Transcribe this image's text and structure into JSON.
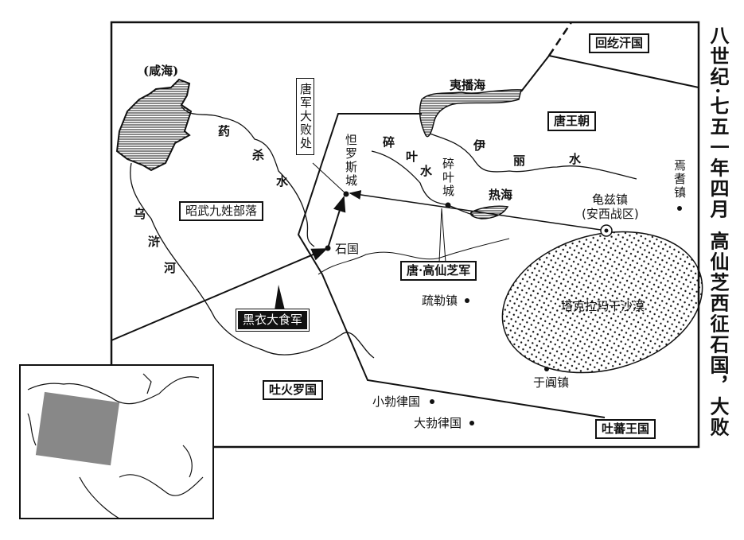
{
  "title": {
    "line1": "八世纪·七五一年四月",
    "line2": "高仙芝西征石国，大败"
  },
  "regions": {
    "uighur": "回纥汗国",
    "tang": "唐王朝",
    "zhaowu": "昭武九姓部落",
    "tokhara": "吐火罗国",
    "tibet": "吐蕃王国"
  },
  "water": {
    "xianhai": "(咸海)",
    "yaosha_1": "药",
    "yaosha_2": "杀",
    "yaosha_3": "水",
    "wuxu_1": "乌",
    "wuxu_2": "浒",
    "wuxu_3": "河",
    "yibo": "夷播海",
    "suiye_1": "碎",
    "suiye_2": "叶",
    "suiye_3": "水",
    "yili_1": "伊",
    "yili_2": "丽",
    "yili_3": "水",
    "rehai": "热海"
  },
  "places": {
    "talas": "怛罗斯城",
    "shiguo": "石国",
    "suiye": "碎叶城",
    "qiuci": "龟兹镇",
    "qiuci_sub": "(安西战区)",
    "yanqi": "焉耆镇",
    "shule": "疏勒镇",
    "yutian": "于阗镇",
    "xiaobolu": "小勃律国",
    "dabolu": "大勃律国"
  },
  "callouts": {
    "defeat": "唐军大败处",
    "tang_army": "唐·高仙芝军",
    "abbasid_army": "黑衣大食军"
  },
  "desert": "塔克拉玛干沙漠"
}
